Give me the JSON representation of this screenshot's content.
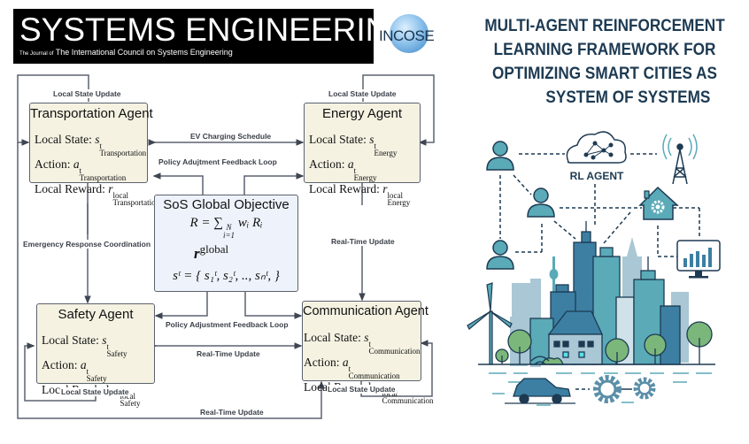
{
  "header": {
    "journal_title": "SYSTEMS ENGINEERING",
    "journal_subtitle_prefix": "The Journal of",
    "journal_subtitle": "The International Council on Systems Engineering",
    "logo_text": "INCOSE"
  },
  "right_panel": {
    "title_lines": [
      "MULTI-AGENT REINFORCEMENT",
      "LEARNING FRAMEWORK FOR",
      "OPTIMIZING SMART CITIES AS",
      "SYSTEM OF SYSTEMS"
    ],
    "cloud_label": "RL AGENT",
    "colors": {
      "teal": "#5aaab8",
      "navy": "#1d3a52",
      "green": "#7bb77a",
      "light_blue": "#a9c7d4"
    }
  },
  "diagram": {
    "agents": [
      {
        "id": "transportation",
        "title": "Transportation Agent",
        "subscript": "Transportation"
      },
      {
        "id": "energy",
        "title": "Energy Agent",
        "subscript": "Energy"
      },
      {
        "id": "safety",
        "title": "Safety Agent",
        "subscript": "Safety"
      },
      {
        "id": "communication",
        "title": "Communication Agent",
        "subscript": "Communication"
      }
    ],
    "row_labels": {
      "state": "Local State: ",
      "action": "Action: ",
      "reward": "Local Reward: ",
      "state_sym": "s",
      "action_sym": "a",
      "reward_sym": "r",
      "time_sup": "t",
      "local_sup": "local"
    },
    "global": {
      "title": "SoS Global Objective",
      "eq1": "R = ∑",
      "eq1_sup": "N",
      "eq1_sub": "i=1",
      "eq1_tail": " wᵢ Rᵢ",
      "eq2_base": "r",
      "eq2_sup": "global",
      "eq3": "sᵗ = { s₁ᵗ, s₂ᵗ, .., sₙᵗ, }"
    },
    "edge_labels": {
      "local_state_update": "Local State Update",
      "ev_charging": "EV Charging Schedule",
      "policy_top": "Policy Adujtment Feedback Loop",
      "emergency": "Emergency Response Coordination",
      "realtime_right": "Real-Time Update",
      "policy_bottom": "Policy Adjustment Feedback Loop",
      "realtime_mid": "Real-Time Update",
      "realtime_bottom": "Real-Time Update"
    },
    "colors": {
      "agent_fill": "#f5f2e2",
      "global_fill": "#eef3fb",
      "line": "#5b6270"
    }
  }
}
